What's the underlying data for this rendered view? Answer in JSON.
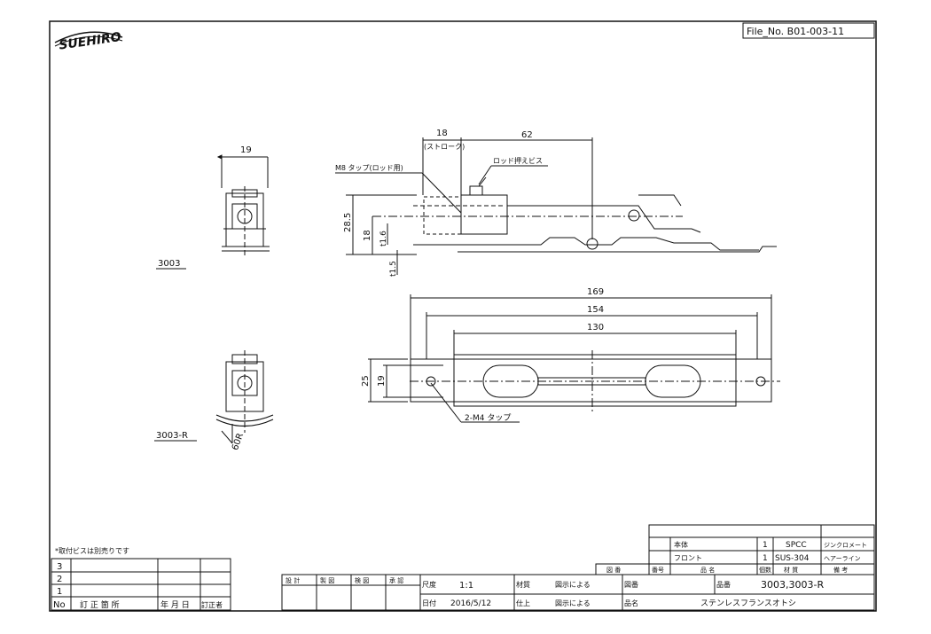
{
  "logo": "SUEHIRO",
  "file_no": "File_No. B01-003-11",
  "views": {
    "top_label_1": "3003",
    "top_label_2": "3003-R",
    "side_width": "19",
    "dim_radius": "60R"
  },
  "side_view": {
    "dim_stroke": "18",
    "dim_stroke_note": "(ストローク)",
    "dim_length": "62",
    "tap_note": "M8 タップ(ロッド用)",
    "rod_screw_note": "ロッド押えビス",
    "dim_h1": "28.5",
    "dim_h2": "18",
    "dim_t1": "t1.6",
    "dim_t2": "t1.5"
  },
  "front_view": {
    "dim_169": "169",
    "dim_154": "154",
    "dim_130": "130",
    "dim_25": "25",
    "dim_19": "19",
    "tap_note": "2-M4 タップ"
  },
  "notes": {
    "screw_note": "*取付ビスは別売りです"
  },
  "revision_table": {
    "rows": [
      "3",
      "2",
      "1"
    ],
    "headers": [
      "No",
      "訂 正 箇 所",
      "年 月 日",
      "訂正者"
    ]
  },
  "parts_table": {
    "rows": [
      {
        "name": "本体",
        "qty": "1",
        "material": "SPCC",
        "remark": "ジンクロメート"
      },
      {
        "name": "フロント",
        "qty": "1",
        "material": "SUS-304",
        "remark": "ヘアーライン"
      }
    ],
    "headers": [
      "図 番",
      "番号",
      "品 名",
      "個数",
      "材 質",
      "備 考"
    ]
  },
  "title_block": {
    "sign_headers": [
      "設 計",
      "製 図",
      "検 図",
      "承 認"
    ],
    "scale_label": "尺度",
    "scale_value": "1:1",
    "date_label": "日付",
    "date_value": "2016/5/12",
    "material_label": "材質",
    "material_value": "図示による",
    "finish_label": "仕上",
    "finish_value": "図示による",
    "drawing_no_label": "図番",
    "product_no_label": "品番",
    "product_no_value": "3003,3003-R",
    "product_name_label": "品名",
    "product_name_value": "ステンレスフランスオトシ"
  }
}
